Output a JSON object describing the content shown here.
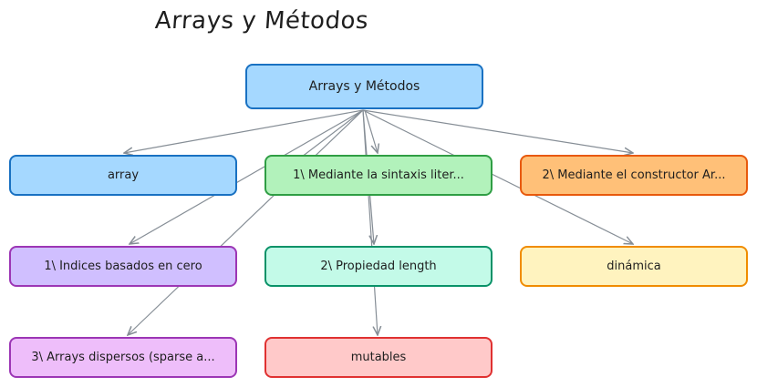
{
  "title": "Arrays y Métodos",
  "root": {
    "label": "Arrays y Métodos"
  },
  "nodes": [
    {
      "id": "array",
      "label": "array"
    },
    {
      "id": "literal",
      "label": "1\\ Mediante la sintaxis liter..."
    },
    {
      "id": "constructor",
      "label": "2\\ Mediante el constructor Ar..."
    },
    {
      "id": "indices",
      "label": "1\\ Índices basados en cero"
    },
    {
      "id": "length",
      "label": "2\\ Propiedad length"
    },
    {
      "id": "dinamica",
      "label": "dinámica"
    },
    {
      "id": "dispersos",
      "label": "3\\ Arrays dispersos (sparse a..."
    },
    {
      "id": "mutables",
      "label": "mutables"
    }
  ],
  "colors": {
    "edge": "#868e96"
  }
}
